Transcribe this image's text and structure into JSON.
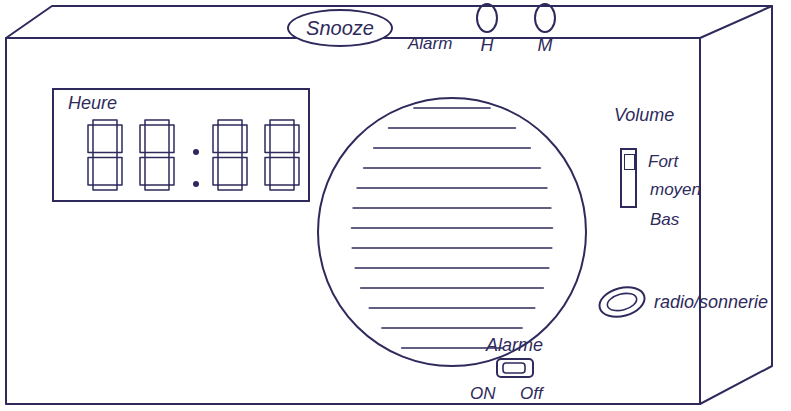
{
  "diagram": {
    "nodes": [
      {
        "text": [
          "Snooze"
        ]
      },
      {
        "text": [
          "Heure"
        ]
      },
      {
        "text": [
          "H"
        ]
      },
      {
        "text": [
          "M"
        ]
      },
      {
        "text": [
          "Volume"
        ]
      },
      {
        "text": [
          "radio/sonnerie"
        ]
      },
      {
        "text": [
          "Alarme"
        ]
      }
    ],
    "labels": [
      "Alarm",
      "Fort",
      "moyen",
      "Bas",
      "ON",
      "Off"
    ]
  }
}
